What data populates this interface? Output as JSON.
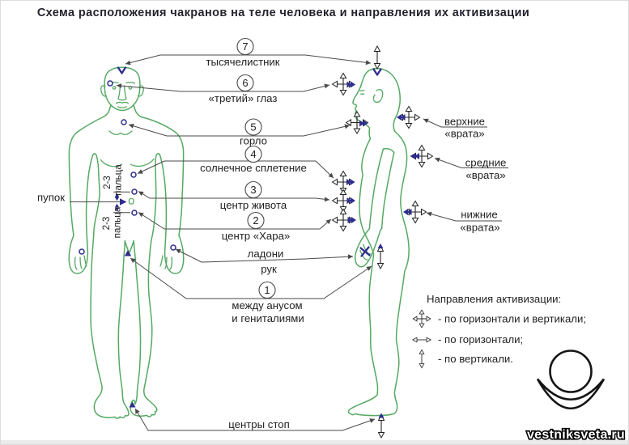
{
  "title": "Схема расположения чакранов на теле человека и направления их активизации",
  "colors": {
    "figure_green": "#55a963",
    "marker_navy": "#2d2d8f",
    "line_gray": "#4a4a4a"
  },
  "chakra_labels": {
    "c7": {
      "num": "7",
      "text": "тысячелистник"
    },
    "c6": {
      "num": "6",
      "text": "«третий» глаз"
    },
    "c5": {
      "num": "5",
      "text": "горло"
    },
    "c4": {
      "num": "4",
      "text": "солнечное сплетение"
    },
    "c3": {
      "num": "3",
      "text": "центр живота"
    },
    "c2": {
      "num": "2",
      "text": "центр «Хара»"
    },
    "c1": {
      "num": "1",
      "line1": "между анусом",
      "line2": "и гениталиями"
    },
    "palms": {
      "line1": "ладони",
      "line2": "рук"
    },
    "feet": {
      "text": "центры стоп"
    }
  },
  "annotations": {
    "navel": "пупок",
    "fingers_above": {
      "num": "2-3",
      "word": "пальца"
    },
    "fingers_below": {
      "num": "2-3",
      "word": "пальца"
    }
  },
  "gates": {
    "upper": {
      "line1": "верхние",
      "line2": "«врата»"
    },
    "middle": {
      "line1": "средние",
      "line2": "«врата»"
    },
    "lower": {
      "line1": "нижние",
      "line2": "«врата»"
    }
  },
  "legend": {
    "title": "Направления активизации:",
    "items": [
      {
        "icon": "cross-arrows",
        "text": "- по горизонтали и вертикали;"
      },
      {
        "icon": "horizontal-arrows",
        "text": "- по горизонтали;"
      },
      {
        "icon": "vertical-arrows",
        "text": "- по вертикали."
      }
    ]
  },
  "watermark": "vestniksveta.ru"
}
